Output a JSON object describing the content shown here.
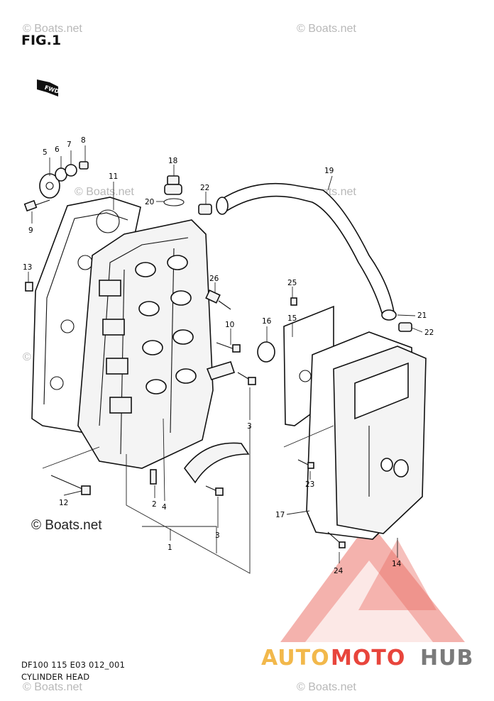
{
  "figure": {
    "title": "FIG.1"
  },
  "caption": {
    "code": "DF100 115 E03 012_001",
    "name": "CYLINDER HEAD"
  },
  "fwd_label": "FWD",
  "watermark": {
    "small": "© Boats.net",
    "big": "© Boats.net"
  },
  "brand": {
    "part1": "AUTO",
    "part2": "MOTO",
    "part3": "HUB",
    "color1": "#f2b84b",
    "color2": "#e8453c",
    "color3": "#7a7a7a"
  },
  "callouts": {
    "c1": "1",
    "c2": "2",
    "c3a": "3",
    "c3b": "3",
    "c4": "4",
    "c5": "5",
    "c6": "6",
    "c7": "7",
    "c8": "8",
    "c9": "9",
    "c10": "10",
    "c11": "11",
    "c12": "12",
    "c13": "13",
    "c14": "14",
    "c15": "15",
    "c16": "16",
    "c17": "17",
    "c18": "18",
    "c19": "19",
    "c20": "20",
    "c21": "21",
    "c22a": "22",
    "c22b": "22",
    "c23": "23",
    "c24": "24",
    "c25": "25",
    "c26": "26"
  }
}
